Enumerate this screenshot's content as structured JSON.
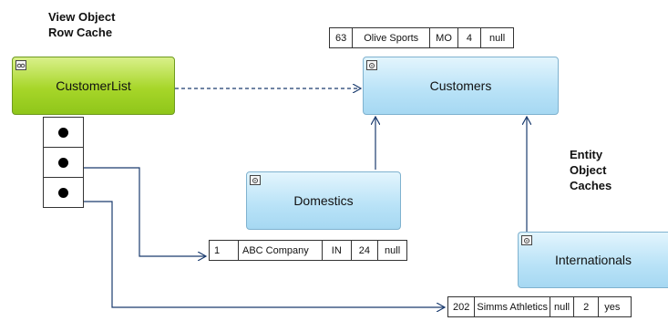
{
  "captions": {
    "view_object": "View Object",
    "row_cache": "Row Cache",
    "entity": "Entity",
    "object": "Object",
    "caches": "Caches"
  },
  "nodes": {
    "customer_list": "CustomerList",
    "customers": "Customers",
    "domestics": "Domestics",
    "internationals": "Internationals"
  },
  "rows": {
    "olive": [
      "63",
      "Olive Sports",
      "MO",
      "4",
      "null"
    ],
    "abc": [
      "1",
      "ABC Company",
      "IN",
      "24",
      "null"
    ],
    "simms": [
      "202",
      "Simms Athletics",
      "null",
      "2",
      "yes"
    ]
  },
  "row_cache_slots": 3,
  "colors": {
    "view_object_fill": "#a7d629",
    "entity_fill": "#b8e2f7",
    "line": "#1a3b6e"
  },
  "icons": {
    "view_object": "view-object-icon",
    "entity_object": "entity-object-icon"
  }
}
